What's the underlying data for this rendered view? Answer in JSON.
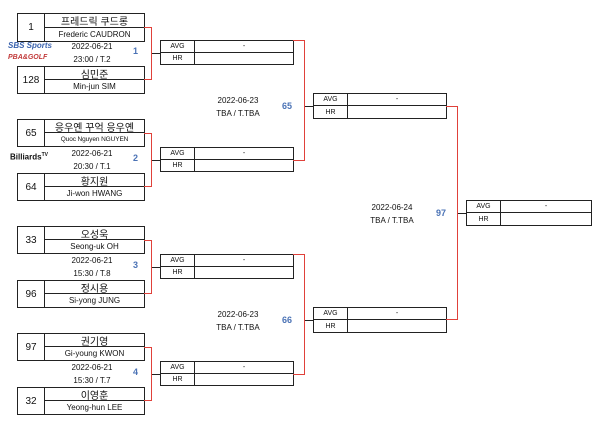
{
  "round1": [
    {
      "match_no": "1",
      "date": "2022-06-21",
      "time_table": "23:00 / T.2",
      "players": [
        {
          "seed": "1",
          "name_ko": "프레드릭 쿠드롱",
          "name_en": "Frederic CAUDRON"
        },
        {
          "seed": "128",
          "name_ko": "심민준",
          "name_en": "Min-jun SIM"
        }
      ],
      "stats": {
        "avg_label": "AVG",
        "hr_label": "HR",
        "avg": "-",
        "hr": ""
      }
    },
    {
      "match_no": "2",
      "date": "2022-06-21",
      "time_table": "20:30 / T.1",
      "players": [
        {
          "seed": "65",
          "name_ko": "응우옌 꾸억 응우옌",
          "name_en": "Quoc Nguyen NGUYEN"
        },
        {
          "seed": "64",
          "name_ko": "황지원",
          "name_en": "Ji-won HWANG"
        }
      ],
      "stats": {
        "avg_label": "AVG",
        "hr_label": "HR",
        "avg": "-",
        "hr": ""
      }
    },
    {
      "match_no": "3",
      "date": "2022-06-21",
      "time_table": "15:30 / T.8",
      "players": [
        {
          "seed": "33",
          "name_ko": "오성욱",
          "name_en": "Seong-uk OH"
        },
        {
          "seed": "96",
          "name_ko": "정시용",
          "name_en": "Si-yong JUNG"
        }
      ],
      "stats": {
        "avg_label": "AVG",
        "hr_label": "HR",
        "avg": "-",
        "hr": ""
      }
    },
    {
      "match_no": "4",
      "date": "2022-06-21",
      "time_table": "15:30 / T.7",
      "players": [
        {
          "seed": "97",
          "name_ko": "권기영",
          "name_en": "Gi-young KWON"
        },
        {
          "seed": "32",
          "name_ko": "이영훈",
          "name_en": "Yeong-hun LEE"
        }
      ],
      "stats": {
        "avg_label": "AVG",
        "hr_label": "HR",
        "avg": "-",
        "hr": ""
      }
    }
  ],
  "round2": [
    {
      "match_no": "65",
      "date": "2022-06-23",
      "time_table": "TBA / T.TBA",
      "stats": {
        "avg_label": "AVG",
        "hr_label": "HR",
        "avg": "-",
        "hr": ""
      }
    },
    {
      "match_no": "66",
      "date": "2022-06-23",
      "time_table": "TBA / T.TBA",
      "stats": {
        "avg_label": "AVG",
        "hr_label": "HR",
        "avg": "-",
        "hr": ""
      }
    }
  ],
  "round3": [
    {
      "match_no": "97",
      "date": "2022-06-24",
      "time_table": "TBA / T.TBA",
      "stats": {
        "avg_label": "AVG",
        "hr_label": "HR",
        "avg": "-",
        "hr": ""
      }
    }
  ],
  "logos": {
    "sbs_sports": "SBS Sports",
    "pba_golf": "PBA&GOLF",
    "billiards_tv": "Billiards",
    "billiards_tv_sup": "TV"
  },
  "colors": {
    "accent_red": "#e0413a",
    "match_number_blue": "#4a72b5",
    "line": "#222222"
  }
}
